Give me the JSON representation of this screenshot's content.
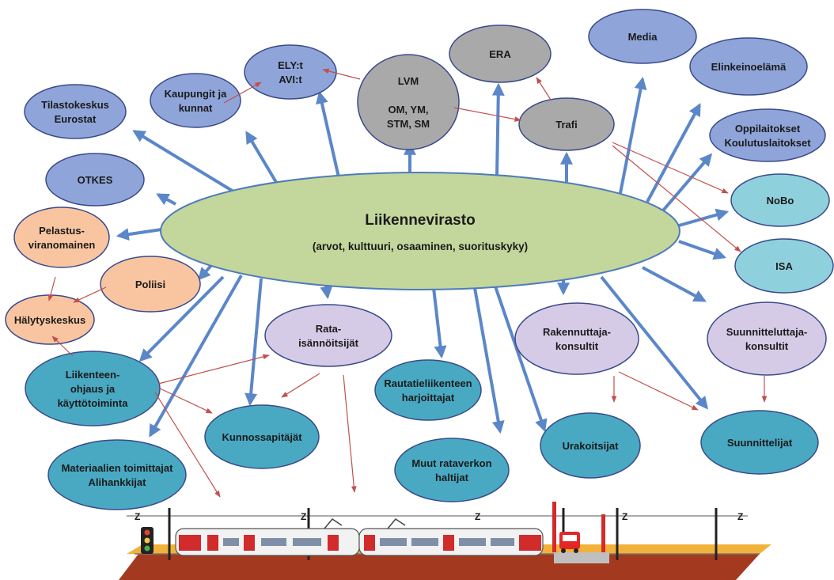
{
  "center": {
    "title": "Liikennevirasto",
    "subtitle": "(arvot, kulttuuri, osaaminen, suorituskyky)"
  },
  "colors": {
    "blue_node": "#8fa5d9",
    "gray_node": "#a9a9a9",
    "light_blue_node": "#8fd0dd",
    "orange_node": "#f9c5a0",
    "purple_node": "#d5cbe6",
    "teal_node": "#49a9c2",
    "center_fill": "#c3d69b",
    "blue_arrow": "#5b87c9",
    "red_arrow": "#c0504d",
    "node_stroke": "#3a4a8a"
  },
  "nodes": {
    "tilastokeskus": [
      "Tilastokeskus",
      "Eurostat"
    ],
    "kaupungit": [
      "Kaupungit ja",
      "kunnat"
    ],
    "ely": [
      "ELY:t",
      "AVI:t"
    ],
    "lvm": [
      "LVM",
      "",
      "OM, YM,",
      "STM, SM"
    ],
    "era": [
      "ERA"
    ],
    "media": [
      "Media"
    ],
    "elinkeinoelama": [
      "Elinkeinoelämä"
    ],
    "trafi": [
      "Trafi"
    ],
    "oppilaitokset": [
      "Oppilaitokset",
      "Koulutuslaitokset"
    ],
    "otkes": [
      "OTKES"
    ],
    "nobo": [
      "NoBo"
    ],
    "isa": [
      "ISA"
    ],
    "pelastus": [
      "Pelastus-",
      "viranomainen"
    ],
    "poliisi": [
      "Poliisi"
    ],
    "halytyskeskus": [
      "Hälytyskeskus"
    ],
    "rata": [
      "Rata-",
      "isännöitsijät"
    ],
    "rakennuttaja": [
      "Rakennuttaja-",
      "konsultit"
    ],
    "suunnitteluttaja": [
      "Suunnitteluttaja-",
      "konsultit"
    ],
    "liikenteenohjaus": [
      "Liikenteen-",
      "ohjaus ja",
      "käyttötoiminta"
    ],
    "rautatieliikenteen": [
      "Rautatieliikenteen",
      "harjoittajat"
    ],
    "kunnossapitajat": [
      "Kunnossapitäjät"
    ],
    "muut": [
      "Muut rataverkon",
      "haltijat"
    ],
    "urakoitsijat": [
      "Urakoitsijat"
    ],
    "suunnittelijat": [
      "Suunnittelijat"
    ],
    "materiaalien": [
      "Materiaalien toimittajat",
      "Alihankkijat"
    ]
  },
  "track_labels": [
    "Z",
    "Z",
    "Z",
    "Z",
    "Z"
  ]
}
